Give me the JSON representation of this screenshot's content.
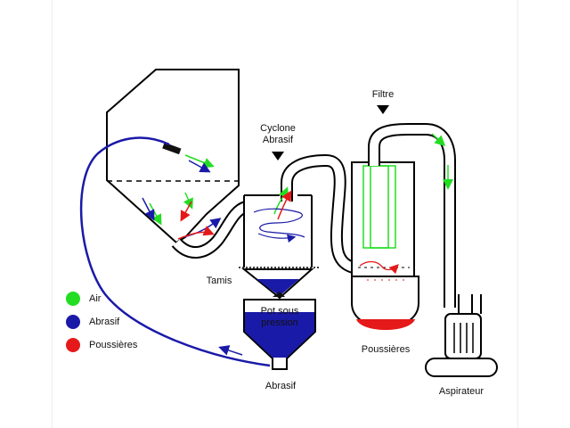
{
  "diagram": {
    "labels": {
      "filtre": "Filtre",
      "cyclone_line1": "Cyclone",
      "cyclone_line2": "Abrasif",
      "tamis": "Tamis",
      "pot_line1": "Pot sous",
      "pot_line2": "pression",
      "abrasif": "Abrasif",
      "poussieres": "Poussières",
      "aspirateur": "Aspirateur"
    },
    "legend": [
      {
        "label": "Air",
        "color": "#22dd22"
      },
      {
        "label": "Abrasif",
        "color": "#1a1aa8"
      },
      {
        "label": "Poussières",
        "color": "#e51919"
      }
    ],
    "colors": {
      "air": "#22dd22",
      "abrasif": "#1a1aa8",
      "poussieres": "#e51919",
      "outline": "#000000"
    }
  }
}
